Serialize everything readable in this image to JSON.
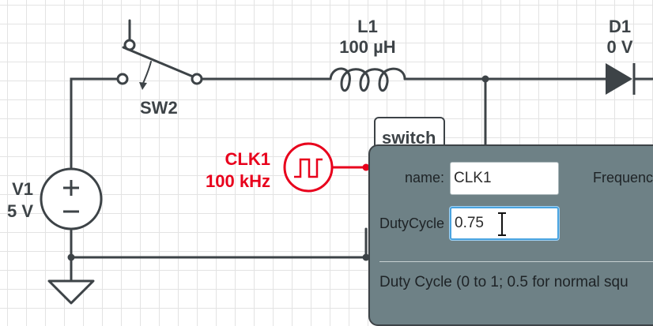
{
  "components": {
    "sw2": {
      "name": "SW2"
    },
    "l1": {
      "name": "L1",
      "value": "100 µH"
    },
    "d1": {
      "name": "D1",
      "value": "0 V"
    },
    "v1": {
      "name": "V1",
      "value": "5 V"
    },
    "clk1": {
      "name": "CLK1",
      "value": "100 kHz"
    }
  },
  "switch_tag": {
    "label": "switch"
  },
  "edit_dialog": {
    "name_label": "name:",
    "name_value": "CLK1",
    "frequency_label": "Frequenc",
    "dutycycle_label": "DutyCycle",
    "dutycycle_value": "0.75",
    "help_text": "Duty Cycle (0 to 1; 0.5 for normal squ"
  },
  "colors": {
    "wire": "#3d4347",
    "selected": "#e8001c",
    "dialog_bg": "#6e8186",
    "focus": "#4aa3df"
  }
}
